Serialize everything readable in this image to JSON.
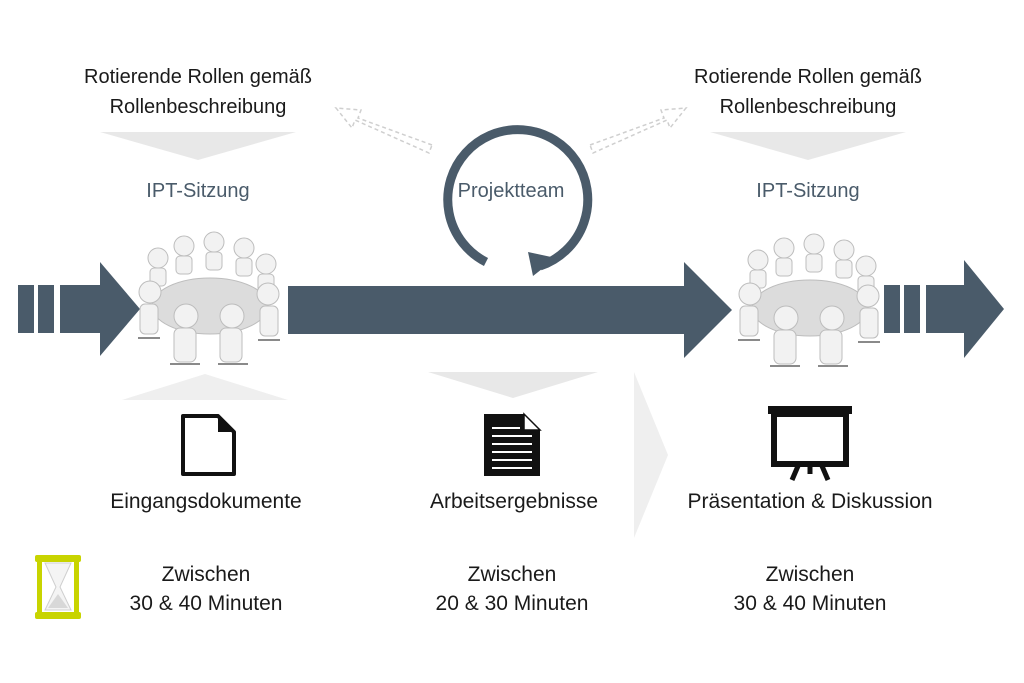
{
  "top_left": {
    "roles_line1": "Rotierende Rollen gemäß",
    "roles_line2": "Rollenbeschreibung",
    "session": "IPT-Sitzung"
  },
  "top_right": {
    "roles_line1": "Rotierende Rollen gemäß",
    "roles_line2": "Rollenbeschreibung",
    "session": "IPT-Sitzung"
  },
  "center": {
    "team": "Projektteam"
  },
  "columns": [
    {
      "label": "Eingangsdokumente",
      "duration_line1": "Zwischen",
      "duration_line2": "30 & 40 Minuten",
      "icon": "document-icon"
    },
    {
      "label": "Arbeitsergebnisse",
      "duration_line1": "Zwischen",
      "duration_line2": "20 & 30 Minuten",
      "icon": "text-document-icon"
    },
    {
      "label": "Präsentation & Diskussion",
      "duration_line1": "Zwischen",
      "duration_line2": "30 & 40 Minuten",
      "icon": "presentation-board-icon"
    }
  ],
  "colors": {
    "arrow": "#4a5b6a",
    "light_arrow": "#e6e6e6",
    "hourglass": "#c8d400"
  }
}
